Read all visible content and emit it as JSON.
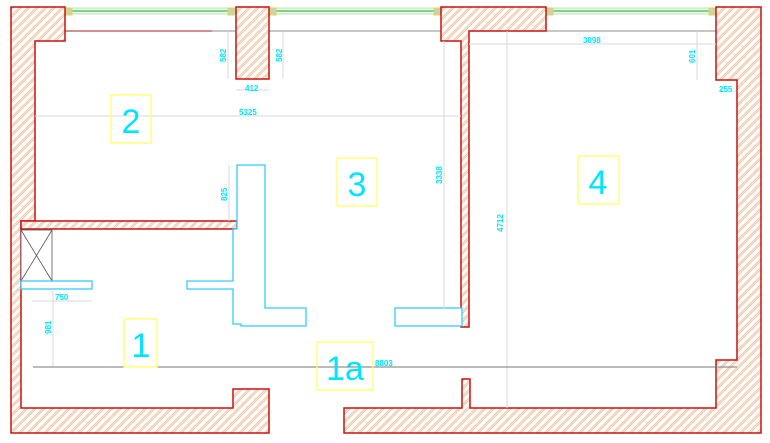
{
  "rooms": [
    {
      "id": "2",
      "label": "2"
    },
    {
      "id": "3",
      "label": "3"
    },
    {
      "id": "4",
      "label": "4"
    },
    {
      "id": "1",
      "label": "1"
    },
    {
      "id": "1a",
      "label": "1a"
    }
  ],
  "dimensions": {
    "pier_depth_left": "582",
    "pier_depth_right": "582",
    "pier_width": "412",
    "room2_width": "5325",
    "room4_width": "3098",
    "recess_depth": "601",
    "recess_width": "255",
    "partition_length": "825",
    "room3_depth": "3338",
    "room4_depth": "4712",
    "closet_width": "750",
    "closet_depth": "981",
    "overall_length": "8803"
  },
  "colors": {
    "wall": "#cc1111",
    "hatch": "#e8a070",
    "partition": "#33ccff",
    "text": "#00e5ff",
    "tag": "#ffff66",
    "window": "#55cc55"
  }
}
